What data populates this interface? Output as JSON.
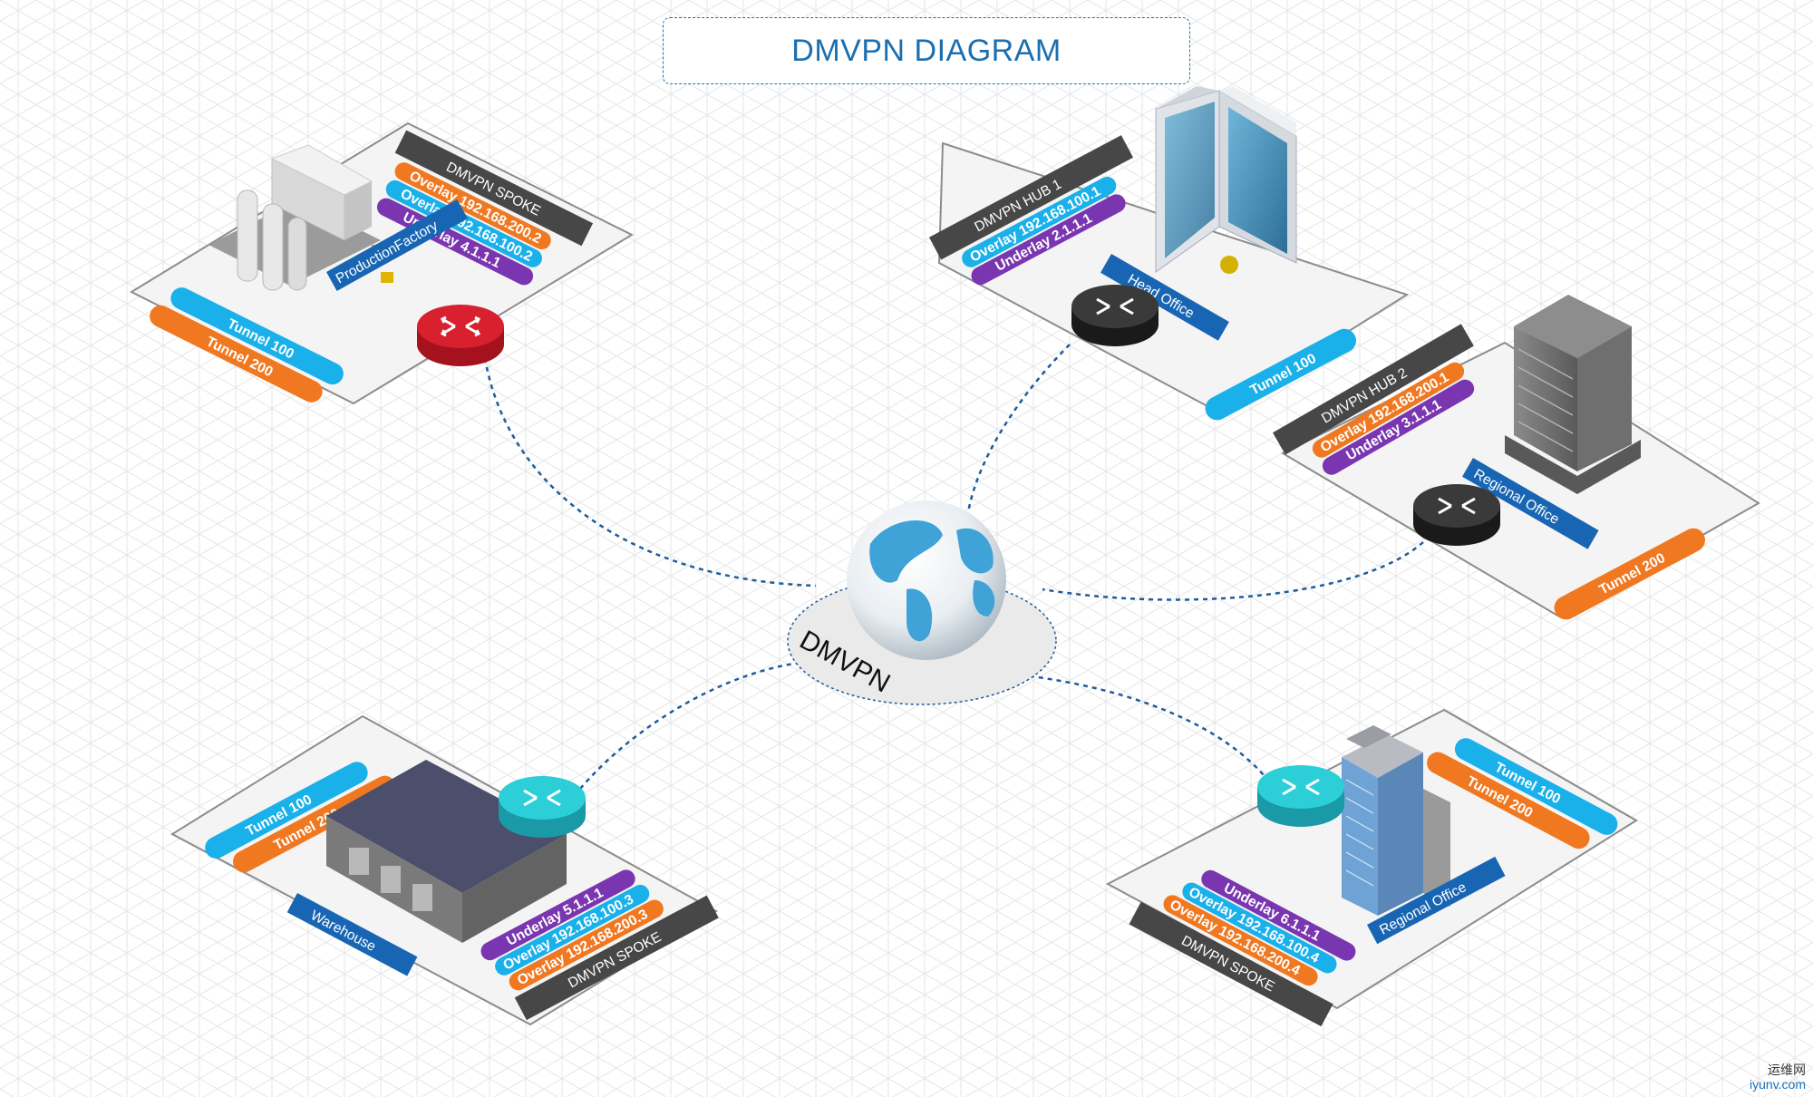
{
  "title": "DMVPN DIAGRAM",
  "cloud_label": "DMVPN",
  "colors": {
    "orange": "#f07820",
    "blue": "#1ab0ea",
    "purple": "#7a36b0",
    "navy": "#1866b3",
    "dark": "#474747",
    "red_router": "#d8202e",
    "cyan_router": "#2ccfd8",
    "black_router": "#2c2c2c",
    "link": "#1f5c9a"
  },
  "sites": {
    "factory": {
      "role": "DMVPN SPOKE",
      "overlay1": "Overlay 192.168.200.2",
      "overlay2": "Overlay 192.168.100.2",
      "underlay": "Underlay 4.1.1.1",
      "name": "ProductionFactory",
      "tunnel100": "Tunnel 100",
      "tunnel200": "Tunnel 200",
      "router_color": "red",
      "icon": "factory-icon"
    },
    "hub1": {
      "role": "DMVPN HUB 1",
      "overlay": "Overlay 192.168.100.1",
      "underlay": "Underlay 2.1.1.1",
      "name": "Head Office",
      "tunnel": "Tunnel 100",
      "router_color": "black",
      "icon": "skyscraper-icon"
    },
    "hub2": {
      "role": "DMVPN HUB 2",
      "overlay": "Overlay 192.168.200.1",
      "underlay": "Underlay 3.1.1.1",
      "name": "Regional Office",
      "tunnel": "Tunnel 200",
      "router_color": "black",
      "icon": "office-tower-icon"
    },
    "warehouse": {
      "tunnel100": "Tunnel 100",
      "tunnel200": "Tunnel 200",
      "name": "Warehouse",
      "underlay": "Underlay 5.1.1.1",
      "overlay1": "Overlay 192.168.100.3",
      "overlay2": "Overlay 192.168.200.3",
      "role": "DMVPN SPOKE",
      "router_color": "cyan",
      "icon": "warehouse-icon"
    },
    "regional": {
      "tunnel100": "Tunnel 100",
      "tunnel200": "Tunnel 200",
      "underlay": "Underlay 6.1.1.1",
      "overlay1": "Overlay 192.168.100.4",
      "overlay2": "Overlay 192.168.200.4",
      "role": "DMVPN SPOKE",
      "name": "Regional Office",
      "router_color": "cyan",
      "icon": "office-building-icon"
    }
  },
  "watermark": {
    "cn": "运维网",
    "url": "iyunv.com"
  }
}
